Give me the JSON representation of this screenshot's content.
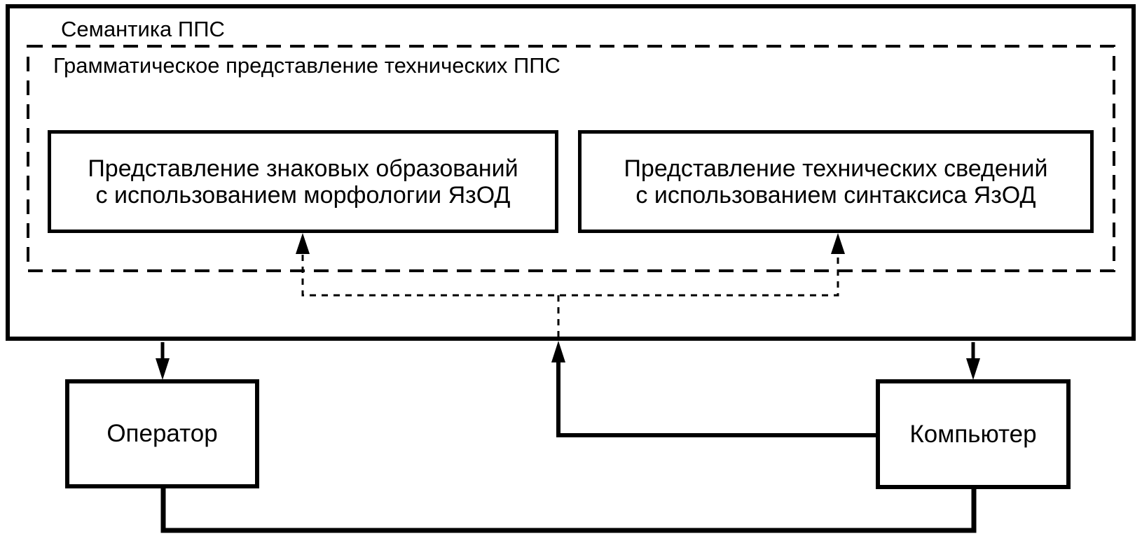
{
  "diagram": {
    "semantics_group": {
      "label": "Семантика ППС"
    },
    "grammar_group": {
      "label": "Грамматическое представление технических ППС"
    },
    "morphology_box": {
      "label": "Представление знаковых образований\nс использованием морфологии ЯзОД"
    },
    "syntax_box": {
      "label": "Представление технических сведений\nс использованием синтаксиса ЯзОД"
    },
    "operator_box": {
      "label": "Оператор"
    },
    "computer_box": {
      "label": "Компьютер"
    },
    "colors": {
      "line": "#000000",
      "text": "#000000",
      "background": "#ffffff"
    }
  }
}
